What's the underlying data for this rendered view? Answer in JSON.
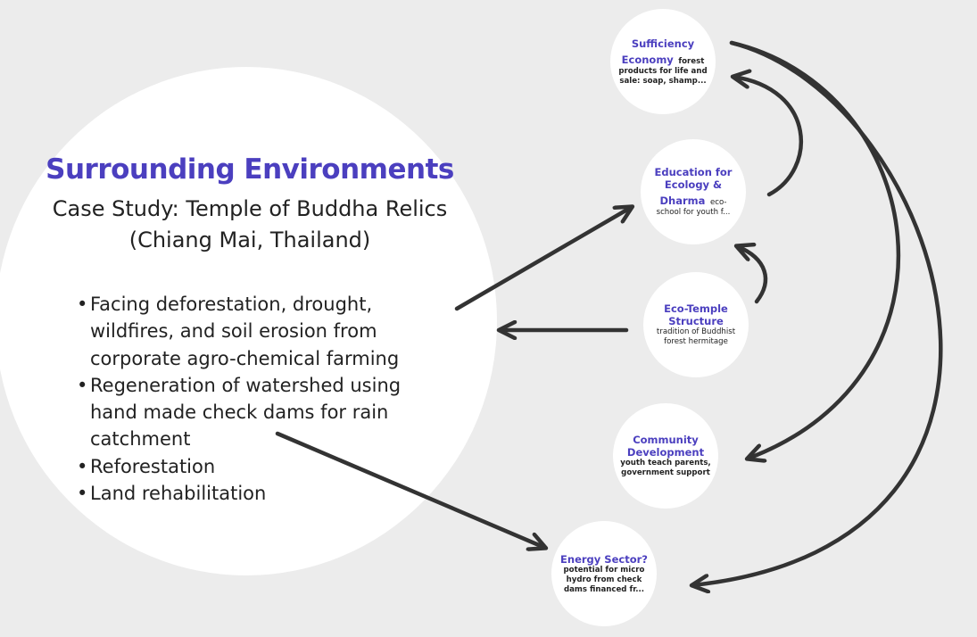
{
  "main": {
    "title": "Surrounding Environments",
    "subtitle_line1": "Case Study: Temple of Buddha Relics",
    "subtitle_line2": "(Chiang Mai, Thailand)",
    "bullet_marker": "•",
    "bullets": [
      {
        "lines": [
          "Facing deforestation, drought,",
          "wildfires, and soil erosion from",
          "corporate agro-chemical farming"
        ]
      },
      {
        "lines": [
          "Regeneration of watershed using",
          "hand made check dams for rain",
          "catchment"
        ]
      },
      {
        "lines": [
          "Reforestation"
        ]
      },
      {
        "lines": [
          "Land rehabilitation"
        ]
      }
    ]
  },
  "nodes": {
    "sufficiency": {
      "label_line1": "Sufficiency",
      "label_line2": "Economy",
      "desc_inline": "forest",
      "desc_line2": "products for life and",
      "desc_line3": "sale: soap, shamp..."
    },
    "education": {
      "label_line1": "Education for",
      "label_line2": "Ecology &",
      "label_line3": "Dharma",
      "desc_inline": "eco-",
      "desc_line2": "school for youth f..."
    },
    "eco_temple": {
      "label_line1": "Eco-Temple",
      "label_line2": "Structure",
      "desc_line1": "tradition of Buddhist",
      "desc_line2": "forest hermitage"
    },
    "community": {
      "label_line1": "Community",
      "label_line2": "Development",
      "desc_line1": "youth teach parents,",
      "desc_line2": "government support"
    },
    "energy": {
      "label_line1": "Energy Sector?",
      "desc_line1": "potential for micro",
      "desc_line2": "hydro from check",
      "desc_line3": "dams financed fr..."
    }
  }
}
